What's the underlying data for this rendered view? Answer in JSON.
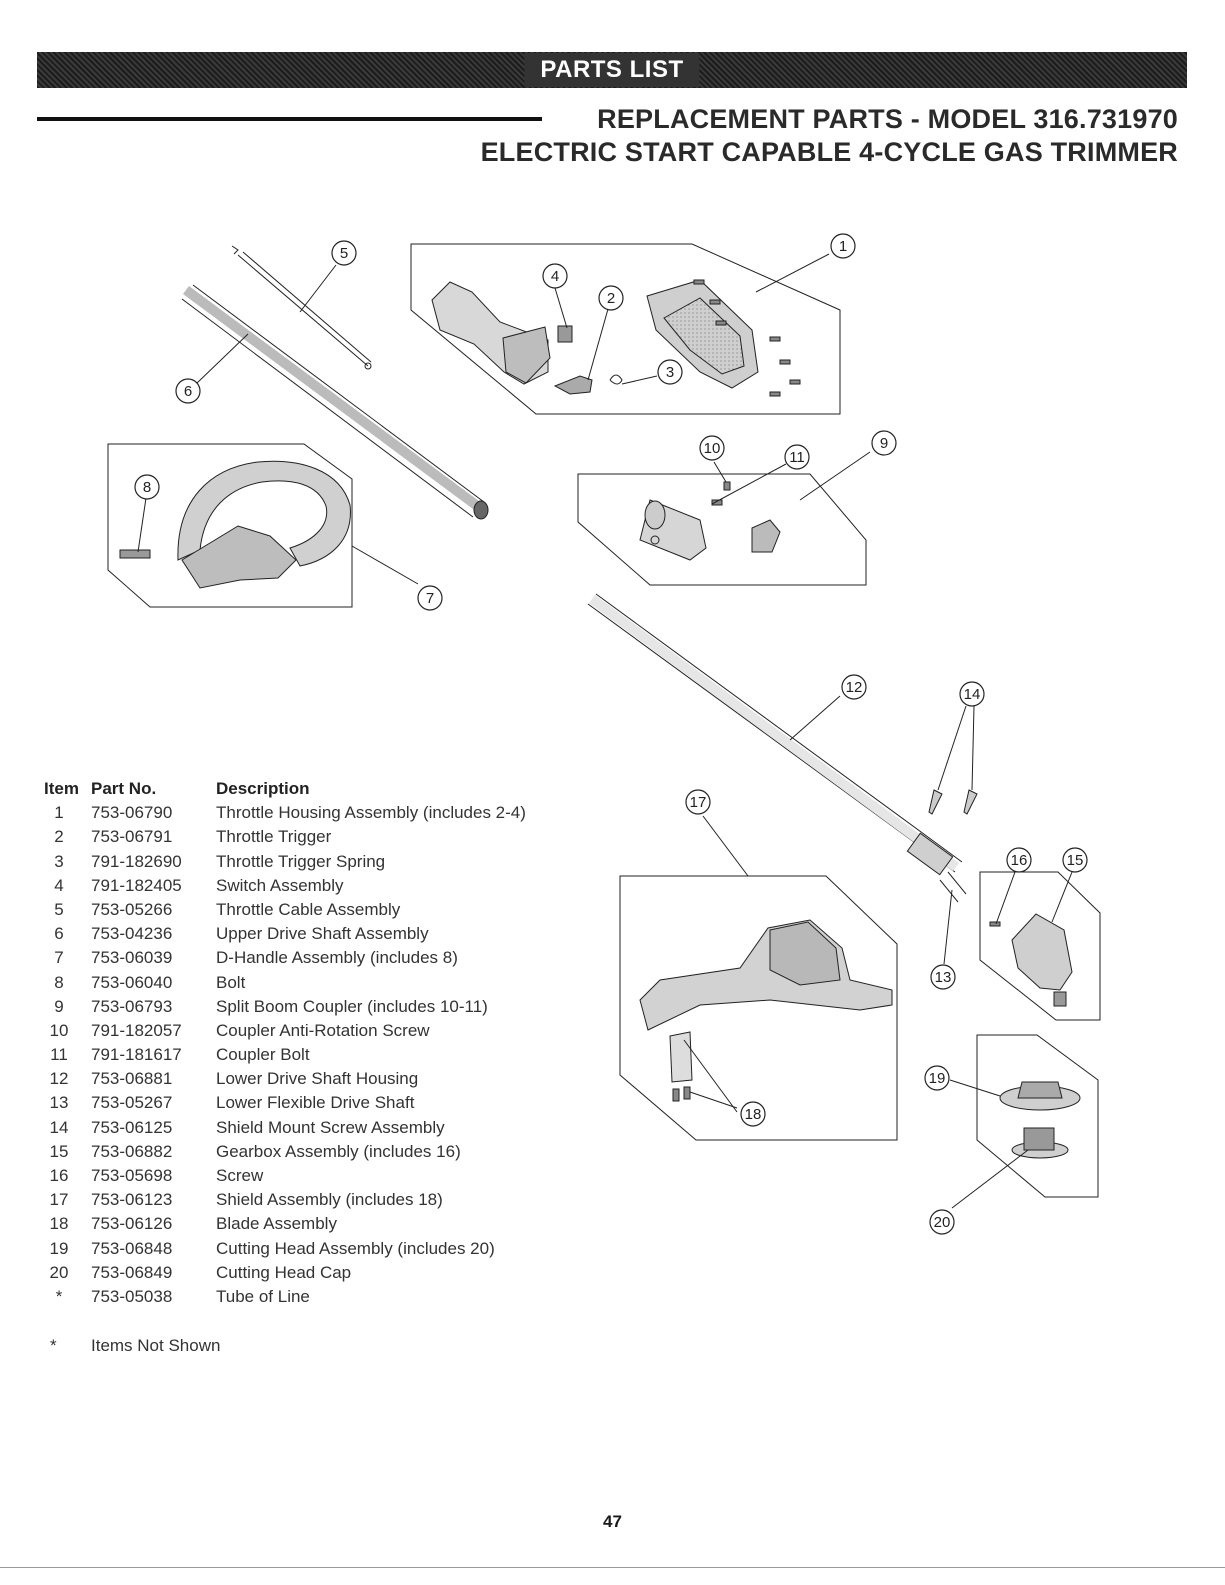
{
  "banner": "PARTS LIST",
  "title_line1": "REPLACEMENT PARTS - MODEL 316.731970",
  "title_line2": "ELECTRIC START CAPABLE 4-CYCLE GAS TRIMMER",
  "callouts": [
    "1",
    "2",
    "3",
    "4",
    "5",
    "6",
    "7",
    "8",
    "9",
    "10",
    "11",
    "12",
    "13",
    "14",
    "15",
    "16",
    "17",
    "18",
    "19",
    "20"
  ],
  "table": {
    "headers": {
      "item": "Item",
      "part": "Part No.",
      "desc": "Description"
    },
    "rows": [
      {
        "item": "1",
        "part": "753-06790",
        "desc": "Throttle Housing Assembly (includes 2-4)"
      },
      {
        "item": "2",
        "part": "753-06791",
        "desc": "Throttle Trigger"
      },
      {
        "item": "3",
        "part": "791-182690",
        "desc": "Throttle Trigger Spring"
      },
      {
        "item": "4",
        "part": "791-182405",
        "desc": "Switch Assembly"
      },
      {
        "item": "5",
        "part": "753-05266",
        "desc": "Throttle Cable Assembly"
      },
      {
        "item": "6",
        "part": "753-04236",
        "desc": "Upper Drive Shaft Assembly"
      },
      {
        "item": "7",
        "part": "753-06039",
        "desc": "D-Handle Assembly (includes 8)"
      },
      {
        "item": "8",
        "part": "753-06040",
        "desc": "Bolt"
      },
      {
        "item": "9",
        "part": "753-06793",
        "desc": "Split Boom Coupler (includes 10-11)"
      },
      {
        "item": "10",
        "part": "791-182057",
        "desc": "Coupler Anti-Rotation Screw"
      },
      {
        "item": "11",
        "part": "791-181617",
        "desc": "Coupler Bolt"
      },
      {
        "item": "12",
        "part": "753-06881",
        "desc": "Lower Drive Shaft Housing"
      },
      {
        "item": "13",
        "part": "753-05267",
        "desc": "Lower Flexible Drive Shaft"
      },
      {
        "item": "14",
        "part": "753-06125",
        "desc": "Shield Mount Screw Assembly"
      },
      {
        "item": "15",
        "part": "753-06882",
        "desc": "Gearbox Assembly (includes 16)"
      },
      {
        "item": "16",
        "part": "753-05698",
        "desc": "Screw"
      },
      {
        "item": "17",
        "part": "753-06123",
        "desc": "Shield Assembly (includes 18)"
      },
      {
        "item": "18",
        "part": "753-06126",
        "desc": "Blade Assembly"
      },
      {
        "item": "19",
        "part": "753-06848",
        "desc": "Cutting Head Assembly (includes 20)"
      },
      {
        "item": "20",
        "part": "753-06849",
        "desc": "Cutting Head Cap"
      },
      {
        "item": "*",
        "part": "753-05038",
        "desc": "Tube of Line"
      }
    ]
  },
  "footnote": {
    "mark": "*",
    "text": "Items Not Shown"
  },
  "page_number": "47"
}
